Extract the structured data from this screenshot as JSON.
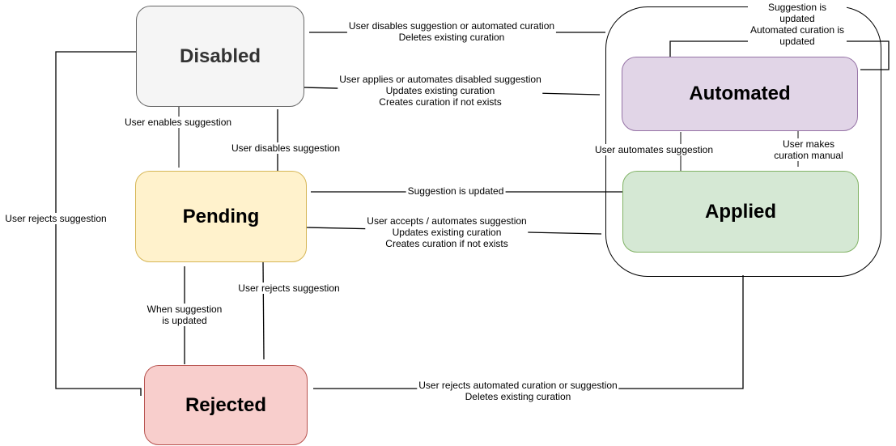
{
  "states": {
    "disabled": "Disabled",
    "pending": "Pending",
    "rejected": "Rejected",
    "automated": "Automated",
    "applied": "Applied"
  },
  "edge_labels": {
    "group_to_disabled": "User disables suggestion or automated curation\nDeletes existing curation",
    "disabled_to_group": "User applies or automates disabled suggestion\nUpdates existing curation\nCreates curation if not exists",
    "disabled_to_pending": "User enables suggestion",
    "pending_to_disabled": "User disables suggestion",
    "applied_to_pending": "Suggestion is updated",
    "pending_to_group": "User accepts / automates suggestion\nUpdates existing curation\nCreates curation if not exists",
    "automated_self_loop": "Suggestion is updated\nAutomated curation is updated",
    "applied_to_automated": "User automates suggestion",
    "automated_to_applied": "User makes curation manual",
    "group_to_rejected": "User rejects automated curation or suggestion\nDeletes existing curation",
    "disabled_to_rejected": "User rejects suggestion",
    "rejected_to_pending": "When suggestion\nis updated",
    "pending_to_rejected": "User rejects suggestion"
  },
  "colors": {
    "disabled_fill": "#f5f5f5",
    "disabled_stroke": "#666666",
    "disabled_text": "#333333",
    "pending_fill": "#fff2cc",
    "pending_stroke": "#d6b656",
    "rejected_fill": "#f8cecc",
    "rejected_stroke": "#b85450",
    "automated_fill": "#e1d5e7",
    "automated_stroke": "#9673a6",
    "applied_fill": "#d5e8d4",
    "applied_stroke": "#82b366",
    "edge_stroke": "#000000",
    "muted_edge_stroke": "#666666"
  }
}
